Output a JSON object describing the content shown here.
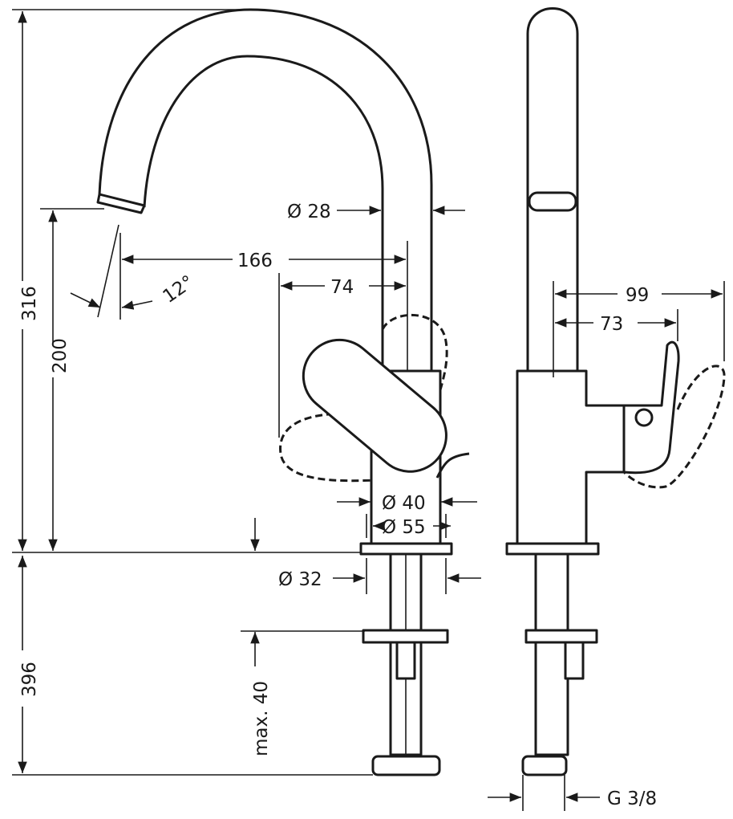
{
  "drawing": {
    "title": "Basin mixer technical drawing",
    "units": "mm",
    "colors": {
      "line": "#1a1a1a",
      "background": "#ffffff"
    },
    "dimensions": {
      "total_height": "316",
      "spout_height": "200",
      "below_deck": "396",
      "pipe_diameter": "Ø 28",
      "spout_reach": "166",
      "handle_reach": "74",
      "spray_angle": "12°",
      "side_depth": "99",
      "side_lever": "73",
      "body_diameter": "Ø 40",
      "base_diameter": "Ø 55",
      "hole_diameter": "Ø 32",
      "max_deck": "max. 40",
      "connection": "G 3/8"
    }
  }
}
